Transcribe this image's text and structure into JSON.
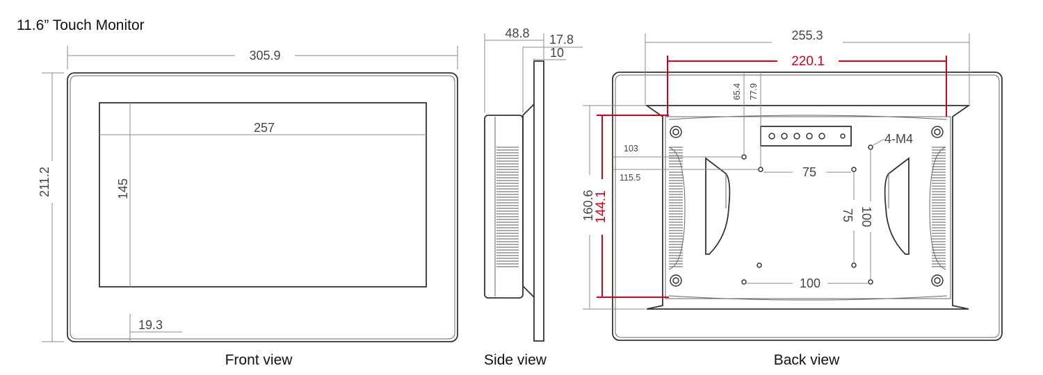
{
  "title": "11.6” Touch Monitor",
  "views": {
    "front": {
      "caption": "Front view",
      "width": "305.9",
      "height": "211.2",
      "screen_width": "257",
      "screen_height": "145",
      "bottom_border": "19.3"
    },
    "side": {
      "caption": "Side view",
      "depth_total": "48.8",
      "depth_front": "17.8",
      "bezel": "10"
    },
    "back": {
      "caption": "Back view",
      "width": "255.3",
      "cutout_width": "220.1",
      "height": "160.6",
      "cutout_height": "144.1",
      "vesa_75_h": "75",
      "vesa_75_v": "75",
      "vesa_100_h": "100",
      "vesa_100_v": "100",
      "screw_note": "4-M4",
      "offset_65": "65.4",
      "offset_77": "77.9",
      "offset_103": "103",
      "offset_115": "115.5"
    }
  },
  "colors": {
    "line": "#333333",
    "dimension": "#8a8a8a",
    "highlight": "#d0021b"
  }
}
